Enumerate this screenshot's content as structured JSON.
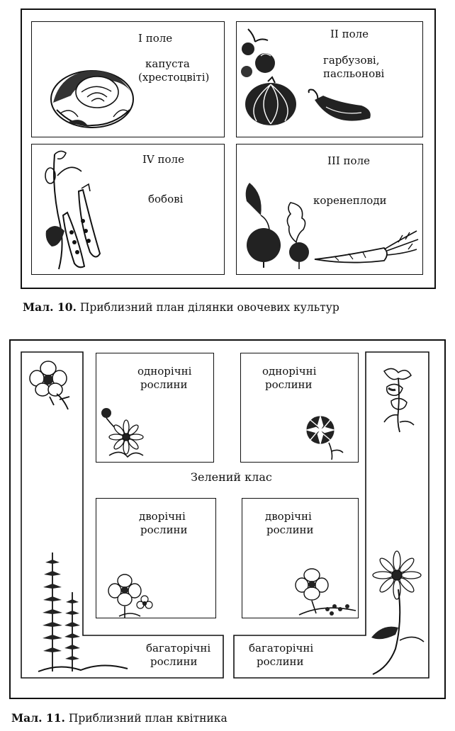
{
  "figure10": {
    "fields": [
      {
        "title": "I поле",
        "lines": [
          "капуста",
          "(хрестоцвіті)"
        ]
      },
      {
        "title": "II поле",
        "lines": [
          "гарбузові,",
          "пасльонові"
        ]
      },
      {
        "title": "IV поле",
        "lines": [
          "бобові"
        ]
      },
      {
        "title": "III поле",
        "lines": [
          "коренеплоди"
        ]
      }
    ],
    "caption": {
      "number": "Мал. 10.",
      "text": "Приблизний план ділянки овочевих культур"
    }
  },
  "figure11": {
    "beds": {
      "annual_left": [
        "однорічні",
        "рослини"
      ],
      "annual_right": [
        "однорічні",
        "рослини"
      ],
      "biennial_left": [
        "дворічні",
        "рослини"
      ],
      "biennial_right": [
        "дворічні",
        "рослини"
      ],
      "perennial_left": [
        "багаторічні",
        "рослини"
      ],
      "perennial_right": [
        "багаторічні",
        "рослини"
      ]
    },
    "center_label": "Зелений клас",
    "caption": {
      "number": "Мал. 11.",
      "text": "Приблизний план квітника"
    }
  }
}
